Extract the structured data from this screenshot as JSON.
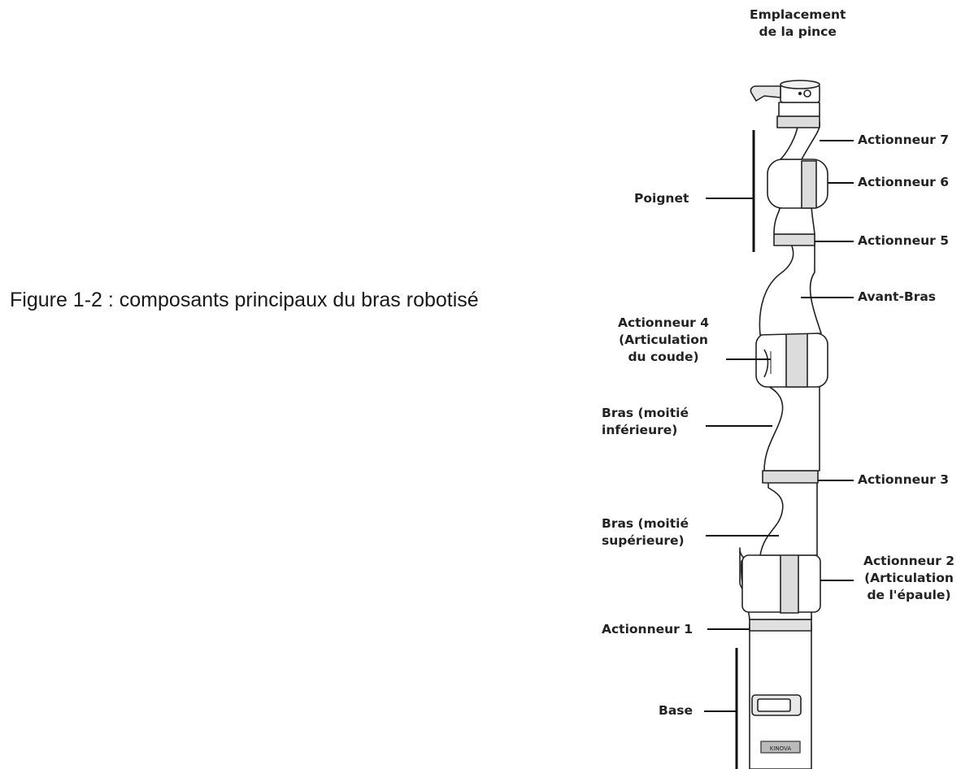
{
  "caption": "Figure 1-2 : composants principaux du bras robotisé",
  "labels": {
    "gripper_location": [
      "Emplacement",
      "de la pince"
    ],
    "actuator_7": "Actionneur 7",
    "actuator_6": "Actionneur 6",
    "actuator_5": "Actionneur 5",
    "wrist": "Poignet",
    "forearm": "Avant-Bras",
    "actuator_4": [
      "Actionneur 4",
      "(Articulation",
      "du coude)"
    ],
    "arm_lower_half": [
      "Bras (moitié",
      "inférieure)"
    ],
    "actuator_3": "Actionneur 3",
    "arm_upper_half": [
      "Bras (moitié",
      "supérieure)"
    ],
    "actuator_2": [
      "Actionneur 2",
      "(Articulation",
      "de l'épaule)"
    ],
    "actuator_1": "Actionneur 1",
    "base": "Base",
    "base_logo": "KINOVA"
  }
}
